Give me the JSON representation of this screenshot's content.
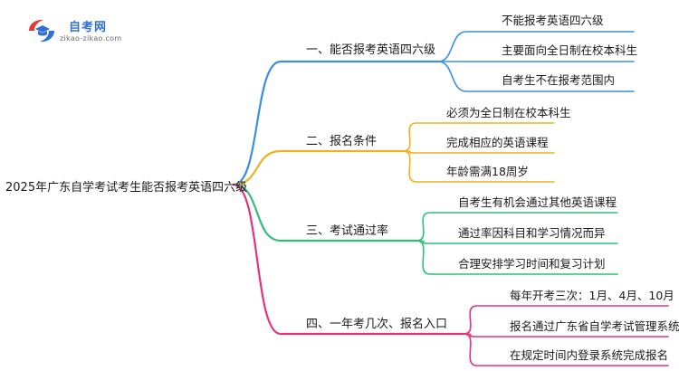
{
  "logo": {
    "title": "自考网",
    "url": "zikao-zikao.com"
  },
  "root": "2025年广东自学考试考生能否报考英语四六级",
  "colors": [
    "#3a8fe0",
    "#f0b020",
    "#2fbf78",
    "#e8317e"
  ],
  "branches": [
    {
      "label": "一、能否报考英语四六级",
      "leaves": [
        "不能报考英语四六级",
        "主要面向全日制在校本科生",
        "自考生不在报考范围内"
      ]
    },
    {
      "label": "二、报名条件",
      "leaves": [
        "必须为全日制在校本科生",
        "完成相应的英语课程",
        "年龄需满18周岁"
      ]
    },
    {
      "label": "三、考试通过率",
      "leaves": [
        "自考生有机会通过其他英语课程",
        "通过率因科目和学习情况而异",
        "合理安排学习时间和复习计划"
      ]
    },
    {
      "label": "四、一年考几次、报名入口",
      "leaves": [
        "每年开考三次：1月、4月、10月",
        "报名通过广东省自学考试管理系统",
        "在规定时间内登录系统完成报名"
      ]
    }
  ]
}
